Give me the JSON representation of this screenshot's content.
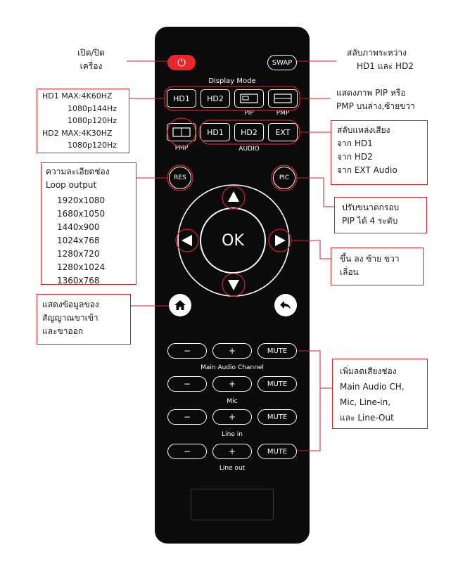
{
  "remote": {
    "power_symbol": "⏻",
    "swap_label": "SWAP",
    "display_mode_label": "Display Mode",
    "hd1_label": "HD1",
    "hd2_label": "HD2",
    "pip_label": "PIP",
    "pmp_label": "PMP",
    "pmp2_label": "PMP",
    "audio_hd1_label": "HD1",
    "audio_hd2_label": "HD2",
    "audio_ext_label": "EXT",
    "audio_label": "AUDIO",
    "res_label": "RES",
    "pic_label": "PIC",
    "ok_label": "OK",
    "minus_label": "−",
    "plus_label": "+",
    "mute_label": "MUTE",
    "main_audio_label": "Main Audio Channel",
    "mic_label": "Mic",
    "line_in_label": "Line in",
    "line_out_label": "Line out",
    "icons": [
      "power-icon",
      "pip-icon",
      "pmp-icon",
      "arrow-up-icon",
      "arrow-left-icon",
      "arrow-right-icon",
      "arrow-down-icon",
      "home-icon",
      "back-icon"
    ]
  },
  "callouts": {
    "power": [
      "เปิด/ปิด",
      "เครื่อง"
    ],
    "swap": [
      "สลับภาพระหว่าง",
      "HD1 และ HD2"
    ],
    "display": [
      "แสดงภาพ PIP หรือ",
      "PMP บนล่าง,ซ้ายขวา"
    ],
    "hdmi": [
      "HD1 MAX:4K60HZ",
      "1080p144Hz",
      "1080p120Hz",
      "HD2 MAX:4K30HZ",
      "1080p120Hz"
    ],
    "audio": [
      "สลับแหล่งเสียง",
      "จาก HD1",
      "จาก HD2",
      "จาก EXT Audio"
    ],
    "res_title": [
      "ความละเอียดช่อง",
      "Loop output"
    ],
    "res_list": [
      "1920x1080",
      "1680x1050",
      "1440x900",
      "1024x768",
      "1280x720",
      "1280x1024",
      "1360x768"
    ],
    "pic": [
      "ปรับขนาดกรอบ",
      "PIP ได้ 4 ระดับ"
    ],
    "arrows": [
      "ขึ้น ลง ซ้าย ขวา",
      "เลื่อน"
    ],
    "home": [
      "แสดงข้อมูลของ",
      "สัญญาณขาเข้า",
      "และขาออก"
    ],
    "volume": [
      "เพิ่มลดเสียงช่อง",
      "Main Audio CH,",
      "Mic, Line-in,",
      "และ Line-Out"
    ]
  },
  "colors": {
    "accent": "#cc2229",
    "remote_body": "#0b0b0b",
    "power_button": "#e8272c"
  }
}
